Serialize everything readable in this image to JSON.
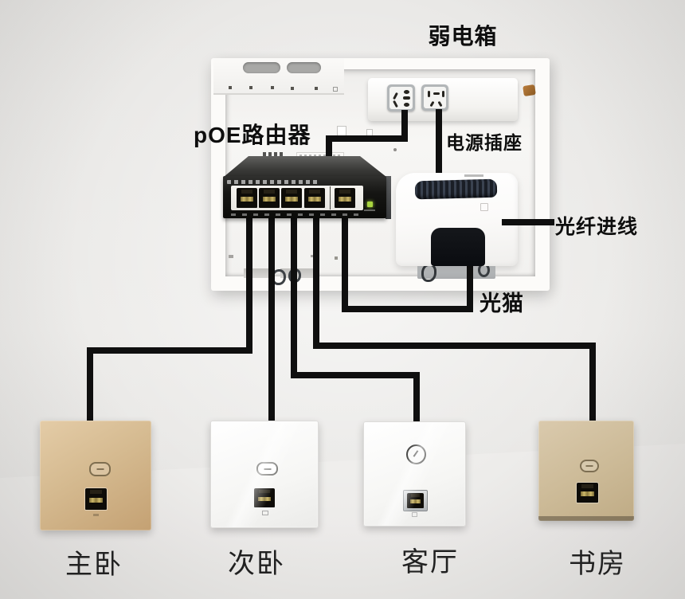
{
  "diagram": {
    "enclosure_label": "弱电箱",
    "router_label": "pOE路由器",
    "power_socket_label": "电源插座",
    "fiber_inlet_label": "光纤进线",
    "modem_label": "光猫",
    "router": {
      "port_count": 5,
      "led_color": "#a9d53f",
      "body_color": "#161614"
    },
    "room_panels": [
      {
        "label": "主卧",
        "style": "gold"
      },
      {
        "label": "次卧",
        "style": "white"
      },
      {
        "label": "客厅",
        "style": "white"
      },
      {
        "label": "书房",
        "style": "gold"
      }
    ],
    "colors": {
      "cable": "#0f0f0f",
      "gold_panel": "#d2b78d",
      "enclosure": "#fcfbf9",
      "background": "#e9e8e6"
    }
  }
}
